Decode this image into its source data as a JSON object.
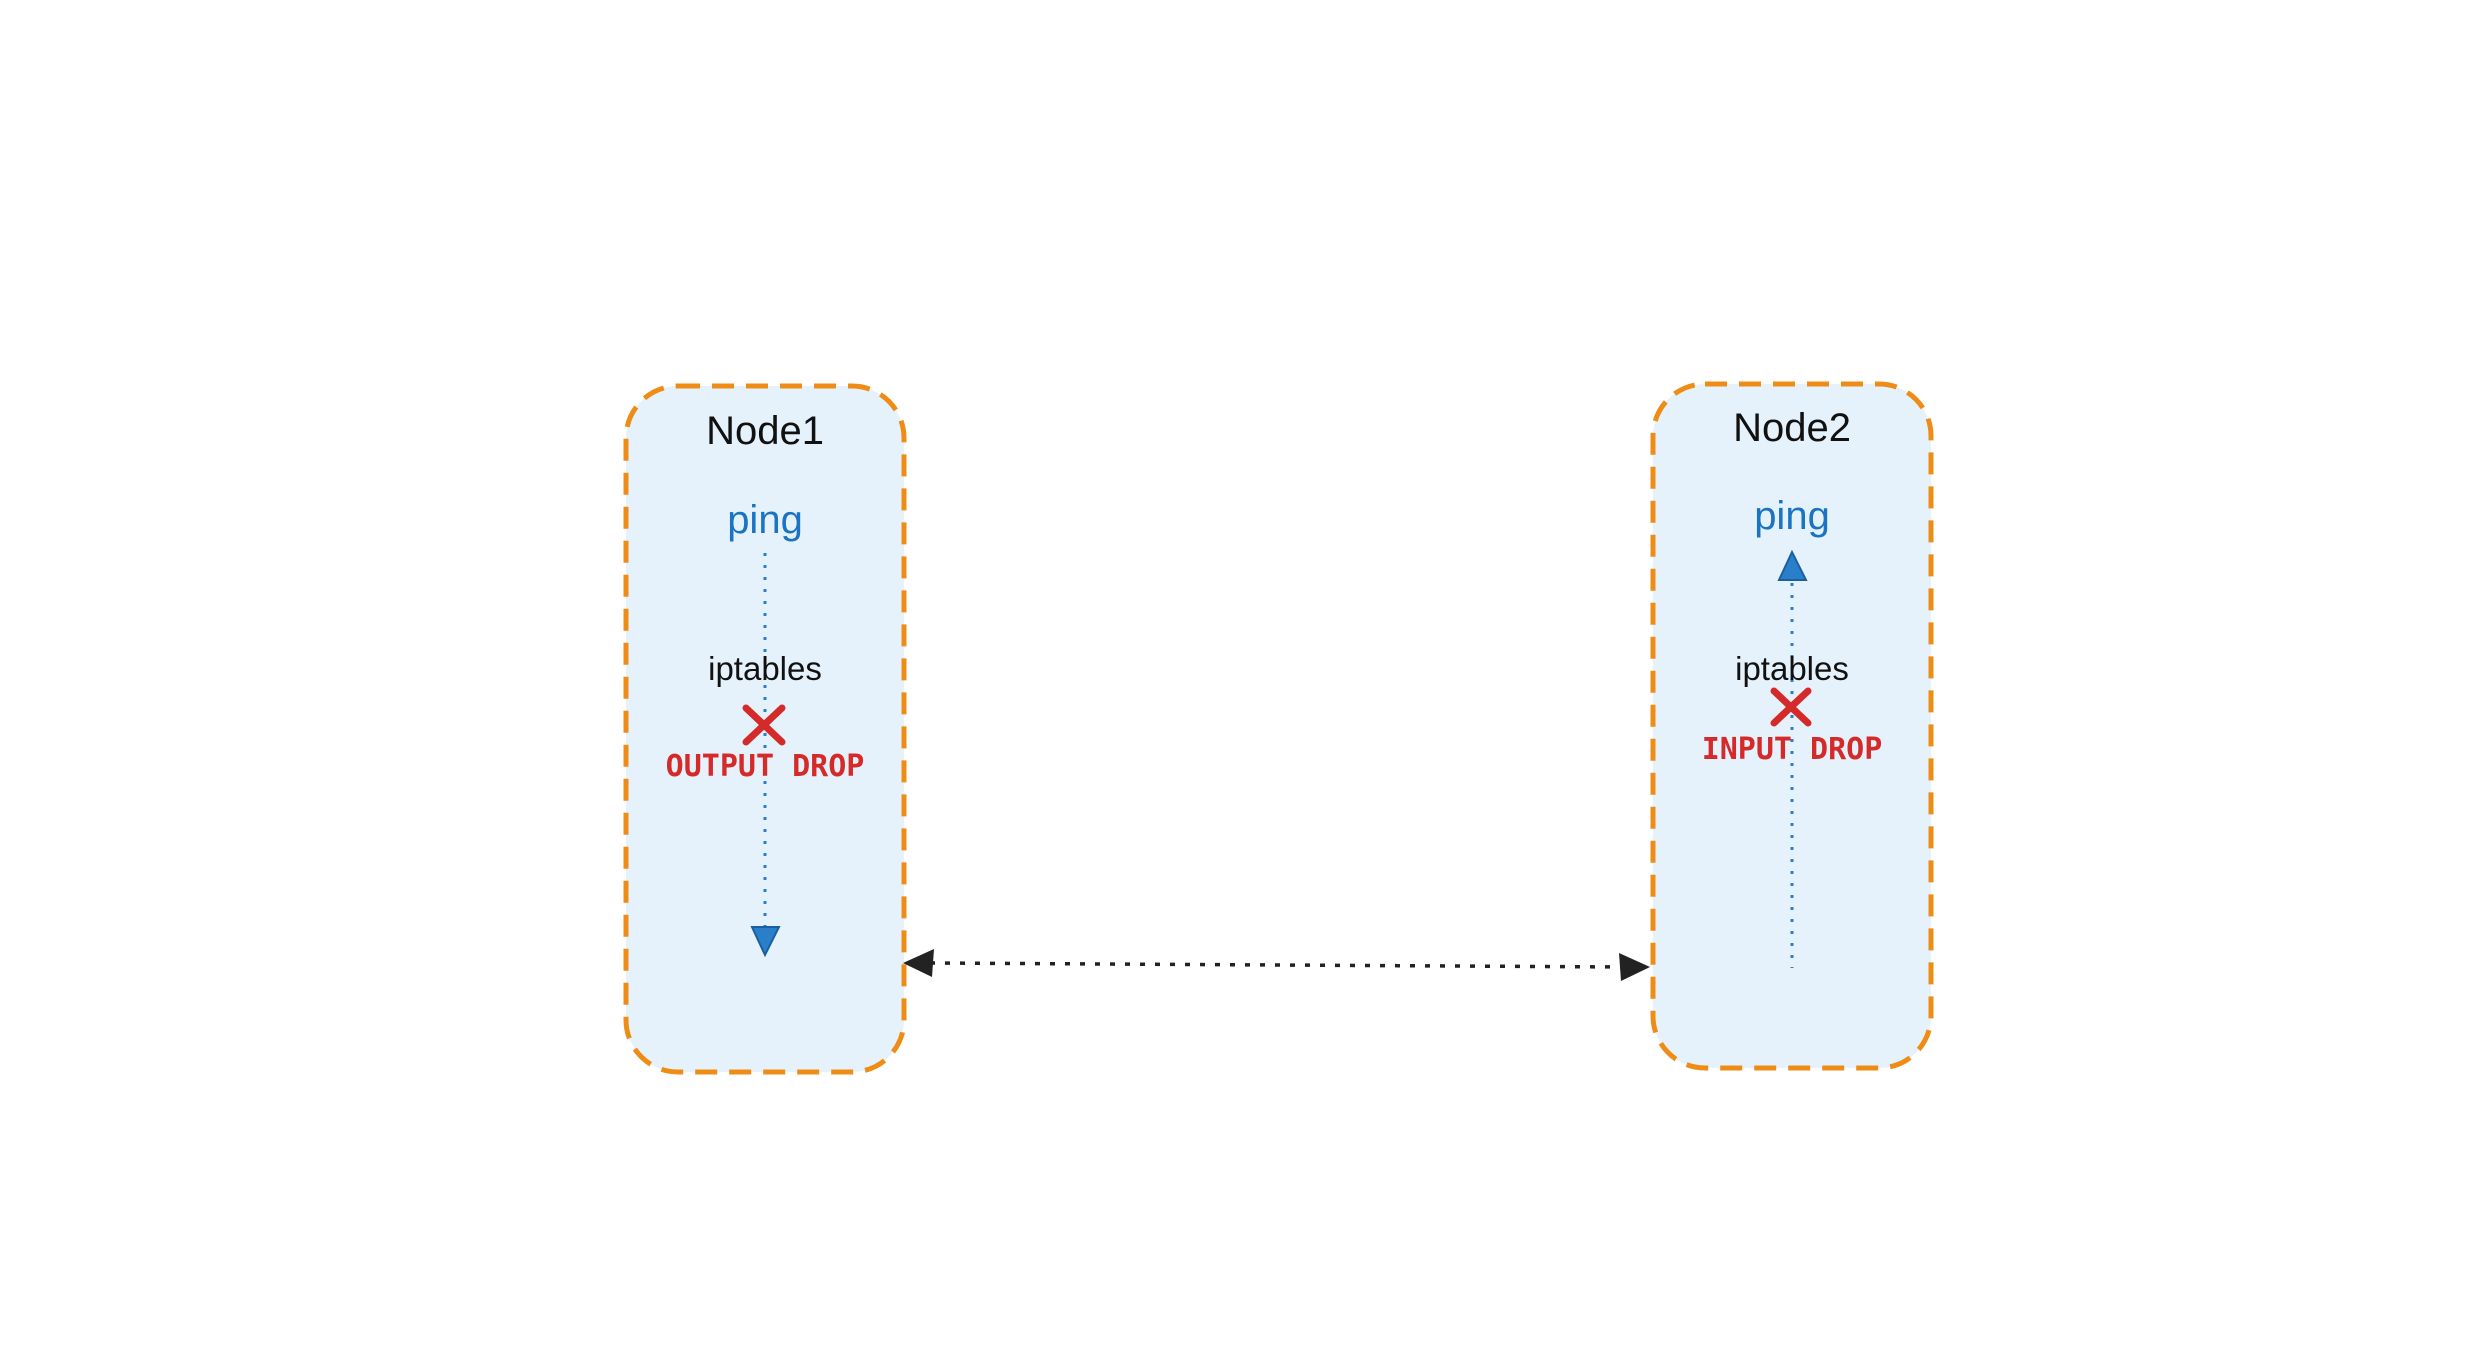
{
  "colors": {
    "node_fill": "#e6f2fb",
    "node_border": "#ee8c16",
    "ping": "#1a73c3",
    "flow_line": "#2a7fcb",
    "block": "#d42a2a",
    "link": "#222222",
    "text": "#111111"
  },
  "nodes": [
    {
      "title": "Node1",
      "app": "ping",
      "firewall": "iptables",
      "rule": "OUTPUT DROP",
      "flow_direction": "down",
      "blocked": true
    },
    {
      "title": "Node2",
      "app": "ping",
      "firewall": "iptables",
      "rule": "INPUT DROP",
      "flow_direction": "up",
      "blocked": true
    }
  ],
  "link": {
    "style": "dotted",
    "bidirectional": true
  },
  "icons": {
    "block": "cross-icon",
    "flow_arrow": "triangle-arrow-icon"
  }
}
